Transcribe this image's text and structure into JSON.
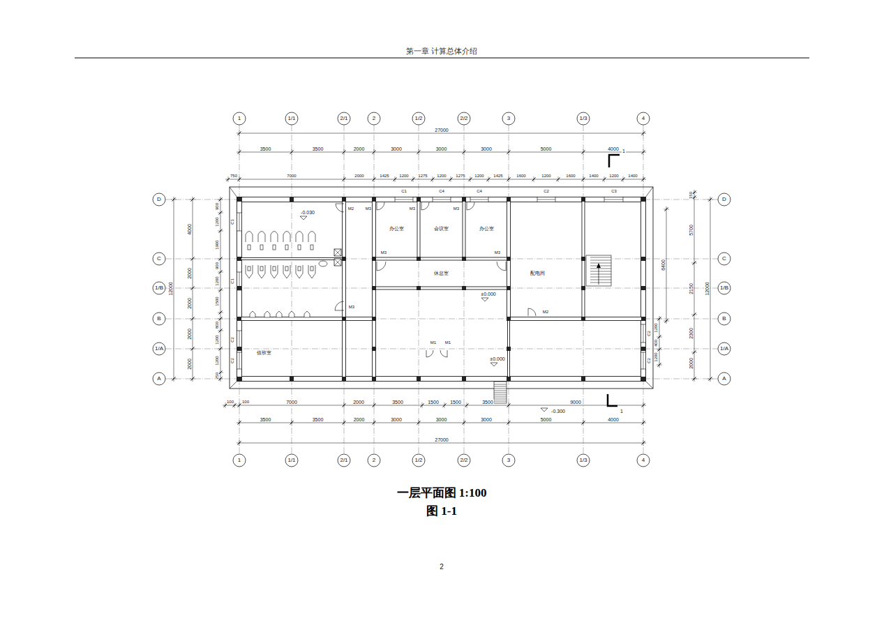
{
  "diagram": {
    "title": "一层平面图 1:100",
    "caption": "图 1-1",
    "nodes": [
      {
        "text": [
          "办公室"
        ]
      },
      {
        "text": [
          "会议室"
        ]
      },
      {
        "text": [
          "办公室"
        ]
      },
      {
        "text": [
          "休息室"
        ]
      },
      {
        "text": [
          "配电间"
        ]
      },
      {
        "text": [
          "值班室"
        ]
      }
    ],
    "labels": [
      "第一章 计算总体介绍",
      "2",
      "1",
      "1/1",
      "2/1",
      "2",
      "1/2",
      "2/2",
      "3",
      "1/3",
      "4",
      "1",
      "1/1",
      "2/1",
      "2",
      "1/2",
      "2/2",
      "3",
      "1/3",
      "4",
      "D",
      "C",
      "1/B",
      "B",
      "1/A",
      "A",
      "D",
      "C",
      "1/B",
      "B",
      "1/A",
      "A",
      "27000",
      "3500",
      "3500",
      "2000",
      "3000",
      "3000",
      "3000",
      "5000",
      "4000",
      "750",
      "7000",
      "2000",
      "1425",
      "1200",
      "1275",
      "1200",
      "1275",
      "1200",
      "1425",
      "1600",
      "1200",
      "1600",
      "1400",
      "1200",
      "1400",
      "C1",
      "C4",
      "C4",
      "C2",
      "C3",
      "100",
      "100",
      "7000",
      "2000",
      "3500",
      "1500",
      "1500",
      "3500",
      "9000",
      "3500",
      "3500",
      "2000",
      "3000",
      "3000",
      "3000",
      "5000",
      "4000",
      "27000",
      "-0.300",
      "12000",
      "4000",
      "2000",
      "2000",
      "2000",
      "2000",
      "900",
      "1200",
      "1900",
      "900",
      "1200",
      "1500",
      "800",
      "1200",
      "1200",
      "250",
      "C1",
      "C1",
      "C2",
      "C2",
      "12000",
      "5700",
      "2150",
      "2300",
      "2000",
      "6400",
      "150",
      "1200",
      "400",
      "1200",
      "C2",
      "C2",
      "-0.030",
      "±0.000",
      "±0.000",
      "M2",
      "M3",
      "M3",
      "M3",
      "M3",
      "M3",
      "M3",
      "M2",
      "M1",
      "M1",
      "1",
      "1"
    ]
  }
}
